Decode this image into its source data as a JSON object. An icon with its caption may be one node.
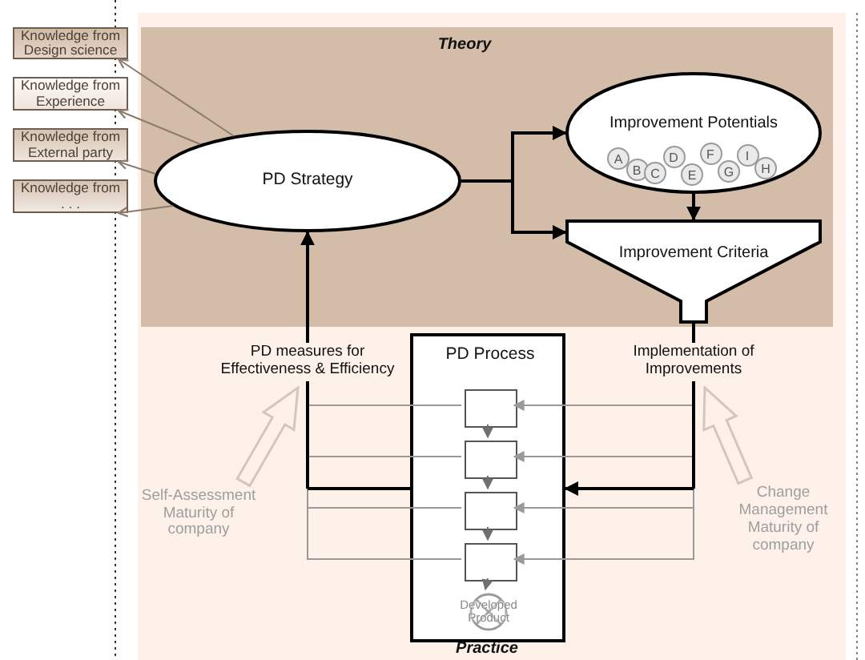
{
  "diagram": {
    "nodes": [
      {
        "text": [
          "Knowledge from Design science"
        ]
      },
      {
        "text": [
          "Knowledge from Experience"
        ]
      },
      {
        "text": [
          "Knowledge from External party"
        ]
      },
      {
        "text": [
          "Knowledge from . . ."
        ]
      },
      {
        "text": [
          "Practice"
        ]
      },
      {
        "text": [
          "Theory"
        ],
        "in": 4
      },
      {
        "text": [
          "PD Strategy"
        ],
        "in": 5
      },
      {
        "text": [
          "Improvement Potentials"
        ],
        "in": 5
      },
      {
        "text": [
          "A"
        ],
        "in": 7
      },
      {
        "text": [
          "B"
        ],
        "in": 7
      },
      {
        "text": [
          "C"
        ],
        "in": 7
      },
      {
        "text": [
          "D"
        ],
        "in": 7
      },
      {
        "text": [
          "E"
        ],
        "in": 7
      },
      {
        "text": [
          "F"
        ],
        "in": 7
      },
      {
        "text": [
          "G"
        ],
        "in": 7
      },
      {
        "text": [
          "I"
        ],
        "in": 7
      },
      {
        "text": [
          "H"
        ],
        "in": 7
      },
      {
        "text": [
          "Improvement Criteria"
        ],
        "in": 5
      },
      {
        "text": [
          "PD measures for Effectiveness & Efficiency"
        ],
        "in": 4
      },
      {
        "text": [
          "PD Process"
        ],
        "in": 4
      },
      {
        "text": [],
        "shape": "box",
        "in": 19
      },
      {
        "text": [],
        "shape": "box",
        "in": 19
      },
      {
        "text": [],
        "shape": "box",
        "in": 19
      },
      {
        "text": [],
        "shape": "box",
        "in": 19
      },
      {
        "text": [
          "Developed Product"
        ],
        "in": 19
      },
      {
        "text": [
          "Implementation of Improvements"
        ],
        "in": 4
      },
      {
        "text": [
          "Self-Assessment Maturity of company"
        ],
        "in": 4
      },
      {
        "text": [
          "Change Management Maturity of company"
        ],
        "in": 4
      }
    ],
    "edges": [
      {
        "from": 6,
        "to": 0,
        "arrow": "to",
        "color": "#8c7b6e"
      },
      {
        "from": 6,
        "to": 1,
        "arrow": "to",
        "color": "#8c7b6e"
      },
      {
        "from": 6,
        "to": 2,
        "arrow": "to",
        "color": "#8c7b6e"
      },
      {
        "from": 6,
        "to": 3,
        "arrow": "to",
        "color": "#8c7b6e"
      },
      {
        "from": 6,
        "to": 7,
        "arrow": "to",
        "color": "#000000"
      },
      {
        "from": 6,
        "to": 17,
        "arrow": "to",
        "color": "#000000"
      },
      {
        "from": 7,
        "to": 17,
        "arrow": "to",
        "color": "#000000"
      },
      {
        "from": 17,
        "to": 25,
        "arrow": "none",
        "color": "#000000"
      },
      {
        "from": 25,
        "to": 19,
        "arrow": "to",
        "color": "#000000"
      },
      {
        "from": 19,
        "to": 18,
        "arrow": "none",
        "color": "#000000"
      },
      {
        "from": 18,
        "to": 6,
        "arrow": "to",
        "color": "#000000"
      },
      {
        "from": 25,
        "to": 20,
        "arrow": "to",
        "color": "#9a9a9a"
      },
      {
        "from": 25,
        "to": 21,
        "arrow": "to",
        "color": "#9a9a9a"
      },
      {
        "from": 25,
        "to": 22,
        "arrow": "to",
        "color": "#9a9a9a"
      },
      {
        "from": 25,
        "to": 23,
        "arrow": "to",
        "color": "#9a9a9a"
      },
      {
        "from": 20,
        "to": 18,
        "arrow": "none",
        "color": "#9a9a9a"
      },
      {
        "from": 21,
        "to": 18,
        "arrow": "none",
        "color": "#9a9a9a"
      },
      {
        "from": 22,
        "to": 18,
        "arrow": "none",
        "color": "#9a9a9a"
      },
      {
        "from": 23,
        "to": 18,
        "arrow": "none",
        "color": "#9a9a9a"
      },
      {
        "from": 20,
        "to": 21,
        "arrow": "to",
        "color": "#707070"
      },
      {
        "from": 21,
        "to": 22,
        "arrow": "to",
        "color": "#707070"
      },
      {
        "from": 22,
        "to": 23,
        "arrow": "to",
        "color": "#707070"
      },
      {
        "from": 23,
        "to": 24,
        "arrow": "to",
        "color": "#707070"
      },
      {
        "from": 26,
        "to": 18,
        "arrow": "to",
        "style": "thick",
        "color": "#d3c7bd"
      },
      {
        "from": 27,
        "to": 25,
        "arrow": "to",
        "style": "thick",
        "color": "#d3c7bd"
      }
    ]
  }
}
